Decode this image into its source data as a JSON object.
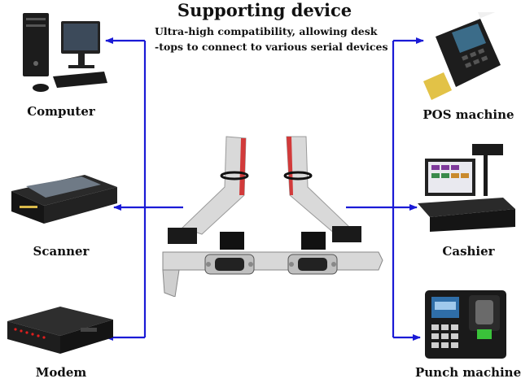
{
  "header": {
    "title": "Supporting device",
    "subtitle_line1": "Ultra-high compatibility, allowing desk",
    "subtitle_line2": "-tops to connect to various serial devices"
  },
  "devices_left": [
    {
      "label": "Computer",
      "icon": "desktop-computer-icon"
    },
    {
      "label": "Scanner",
      "icon": "flatbed-scanner-icon"
    },
    {
      "label": "Modem",
      "icon": "modem-icon"
    }
  ],
  "devices_right": [
    {
      "label": "POS machine",
      "icon": "pos-terminal-icon"
    },
    {
      "label": "Cashier",
      "icon": "cash-register-icon"
    },
    {
      "label": "Punch machine",
      "icon": "fingerprint-punch-clock-icon"
    }
  ],
  "center": {
    "icon": "serial-port-bracket-card-icon"
  },
  "colors": {
    "arrow": "#1a1ad6",
    "text": "#111111"
  }
}
